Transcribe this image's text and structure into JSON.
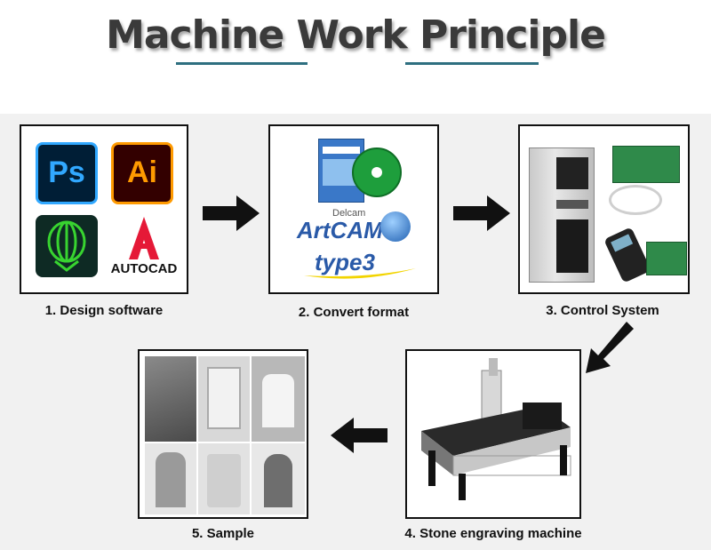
{
  "title": "Machine Work Principle",
  "steps": [
    {
      "caption": "1. Design software"
    },
    {
      "caption": "2. Convert format"
    },
    {
      "caption": "3. Control System"
    },
    {
      "caption": "4. Stone engraving machine"
    },
    {
      "caption": "5. Sample"
    }
  ],
  "software_icons": {
    "ps": "Ps",
    "ai": "Ai",
    "autocad": "AUTOCAD"
  },
  "convert_logos": {
    "artcam_small": "Delcam",
    "artcam": "ArtCAM",
    "type3": "type3"
  },
  "colors": {
    "ps_bg": "#001e36",
    "ps_fg": "#31a8ff",
    "ai_bg": "#330000",
    "ai_fg": "#ff9a00",
    "autocad_red": "#e51937",
    "type3_yellow": "#f2d400",
    "artcam_blue": "#2a5aa8",
    "underline": "#2e6f80"
  }
}
